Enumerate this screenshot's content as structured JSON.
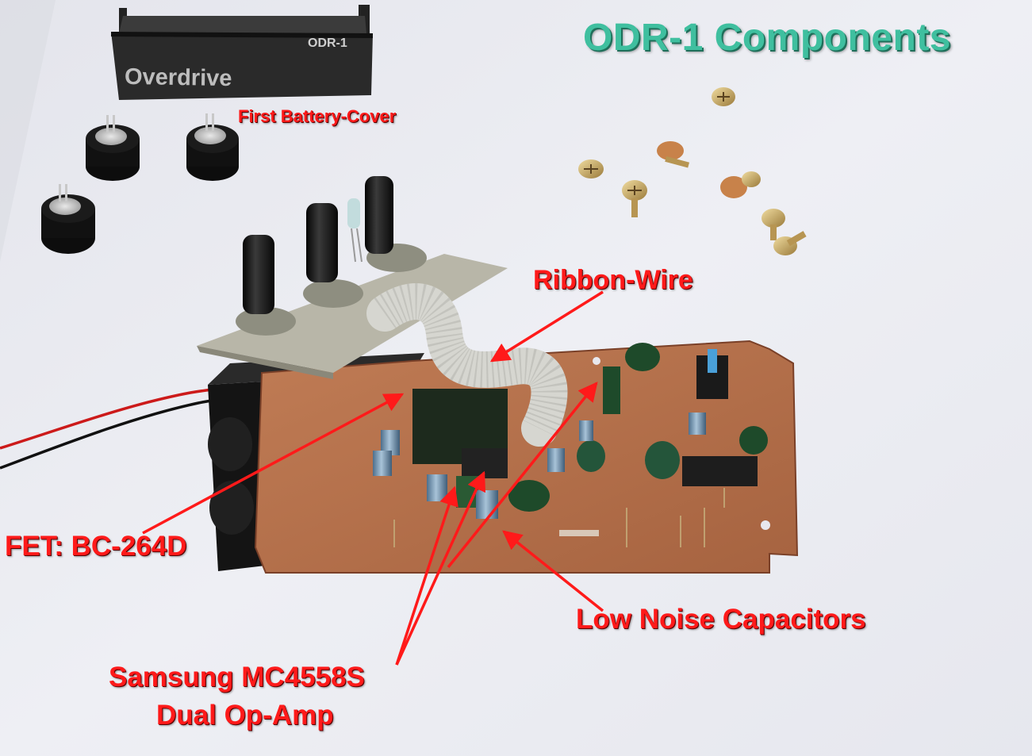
{
  "title": "ODR-1 Components",
  "battery_cover": {
    "brand": "Overdrive",
    "model": "ODR-1"
  },
  "labels": {
    "first_battery_cover": "First Battery-Cover",
    "ribbon_wire": "Ribbon-Wire",
    "fet": "FET: BC-264D",
    "low_noise_capacitors": "Low Noise Capacitors",
    "op_amp_line1": "Samsung MC4558S",
    "op_amp_line2": "Dual Op-Amp"
  },
  "colors": {
    "background": "#ecedf2",
    "title": "#3fbf9f",
    "label": "#ff1a1a",
    "pcb": "#b5704a",
    "knob": "#141414"
  }
}
